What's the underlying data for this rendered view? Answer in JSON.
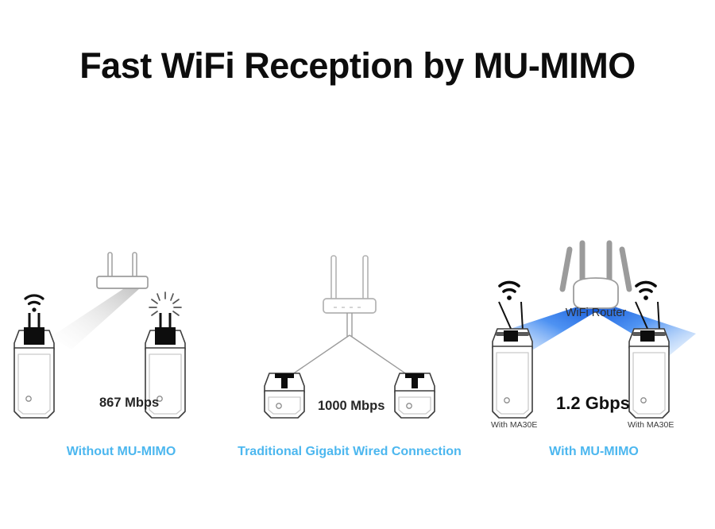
{
  "title": "Fast WiFi Reception by MU-MIMO",
  "colors": {
    "caption_blue": "#4cb7ef",
    "beam_blue": "#1464e0",
    "beam_gray": "#9a9a9a",
    "device_outline": "#4a4a4a",
    "router_outline": "#9d9d9d",
    "speed_text": "#262626",
    "small_text": "#3a3a3a"
  },
  "panels": [
    {
      "id": "without-mu-mimo",
      "caption": "Without MU-MIMO",
      "speed": "867 Mbps",
      "router_label": "",
      "devices": [
        {
          "icon": "wifi-signal-icon",
          "note": ""
        },
        {
          "icon": "no-signal-burst-icon",
          "note": ""
        }
      ]
    },
    {
      "id": "traditional-wired",
      "caption": "Traditional Gigabit Wired Connection",
      "speed": "1000 Mbps",
      "router_label": "",
      "devices": [
        {
          "icon": "",
          "note": ""
        },
        {
          "icon": "",
          "note": ""
        }
      ]
    },
    {
      "id": "with-mu-mimo",
      "caption": "With MU-MIMO",
      "speed": "1.2 Gbps",
      "router_label": "WiFi Router",
      "devices": [
        {
          "icon": "wifi-signal-icon",
          "note": "With MA30E"
        },
        {
          "icon": "wifi-signal-icon",
          "note": "With MA30E"
        }
      ]
    }
  ]
}
